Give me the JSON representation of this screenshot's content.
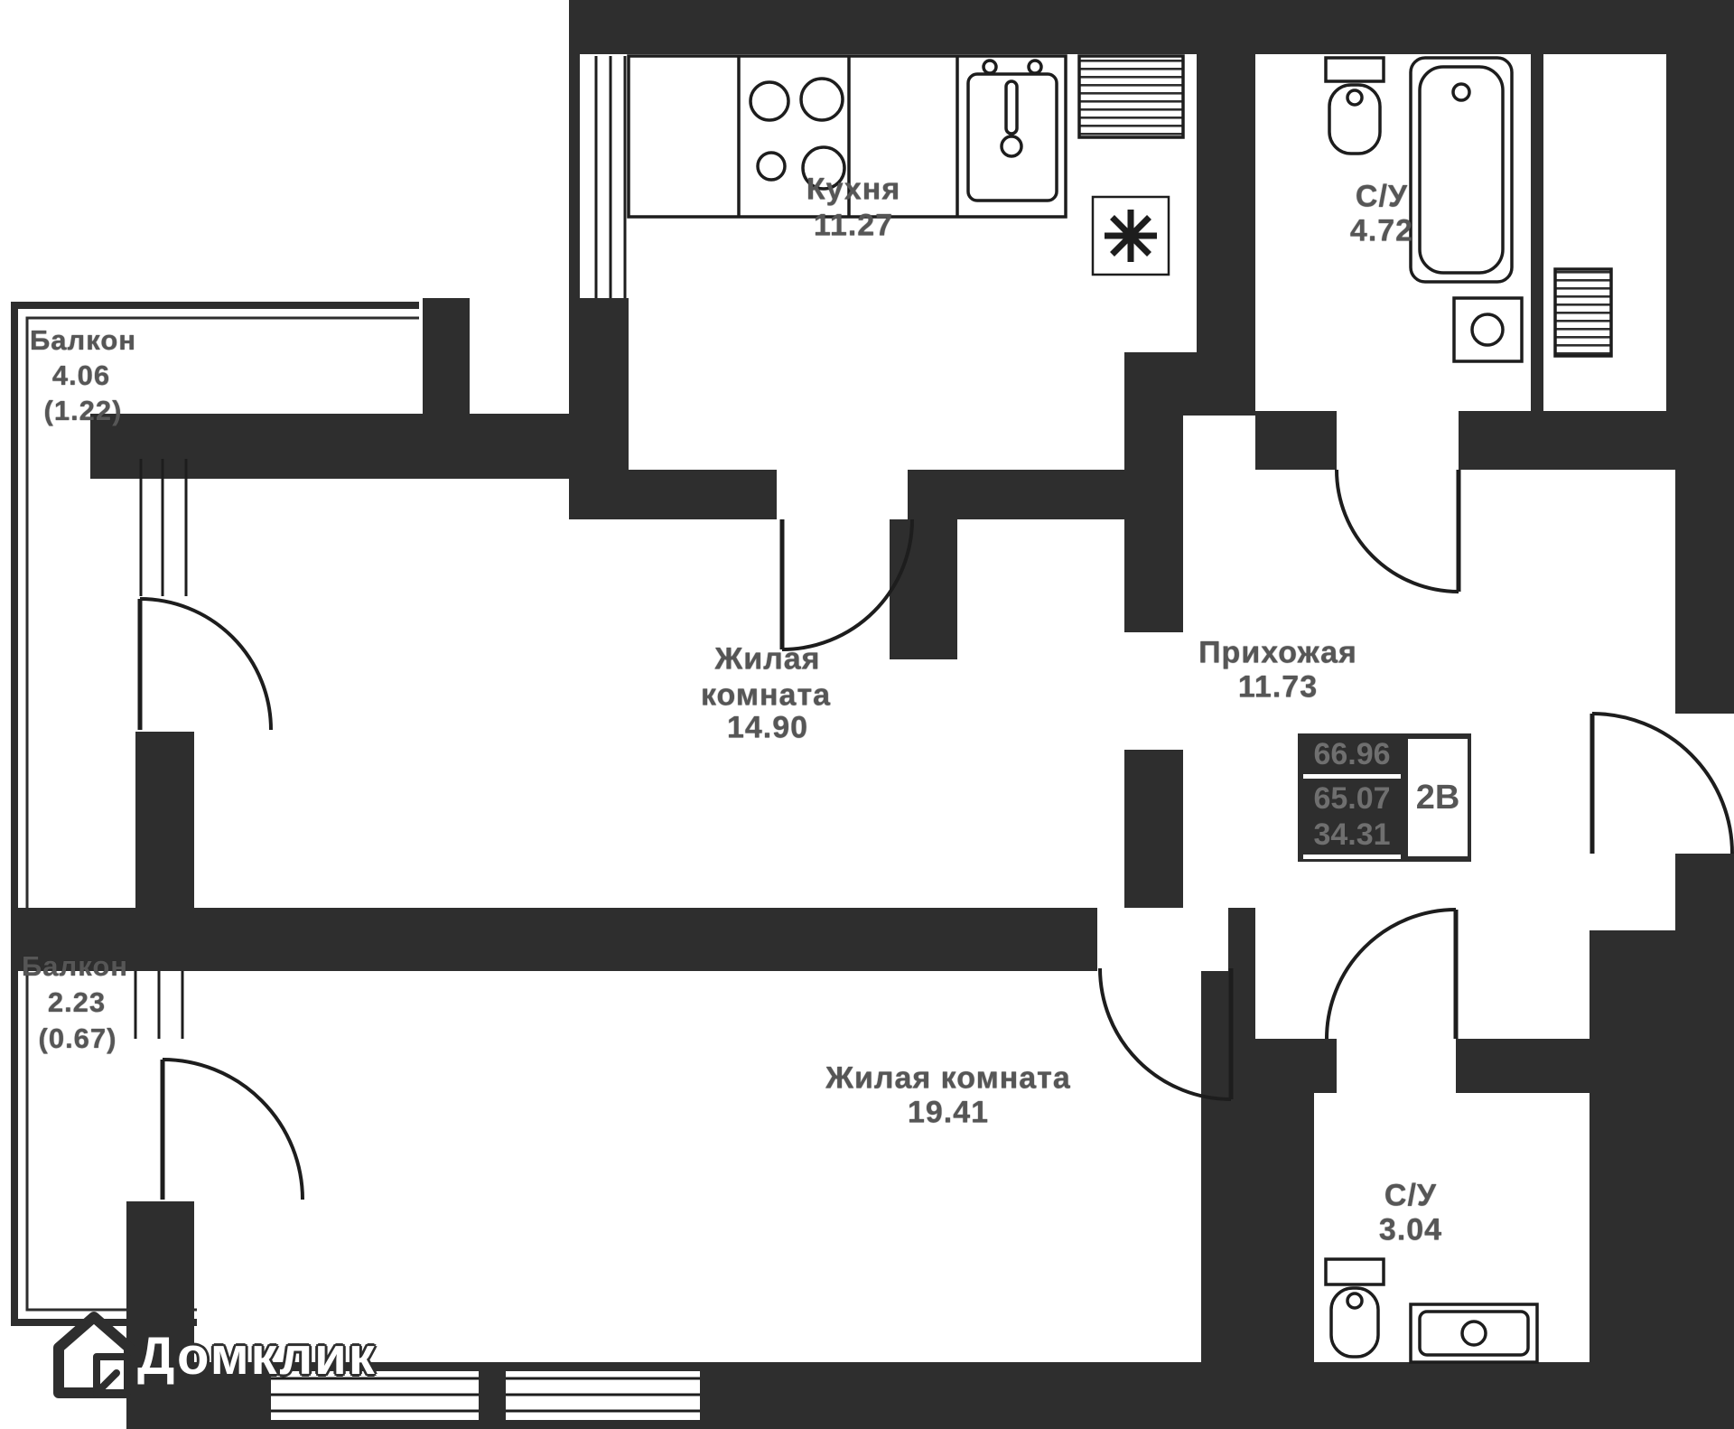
{
  "brand": {
    "name": "Домклик"
  },
  "summary": {
    "total_area": "66.96",
    "area_without_balconies": "65.07",
    "living_area": "34.31",
    "layout_code": "2В"
  },
  "rooms": {
    "kitchen": {
      "name": "Кухня",
      "area": "11.27"
    },
    "bathroom_top": {
      "name": "С/У",
      "area": "4.72"
    },
    "balcony_top": {
      "name": "Балкон",
      "area": "4.06",
      "area_coef": "(1.22)"
    },
    "living_room_1": {
      "name_line_1": "Жилая",
      "name_line_2": "комната",
      "area": "14.90"
    },
    "hallway": {
      "name": "Прихожая",
      "area": "11.73"
    },
    "living_room_2": {
      "name": "Жилая комната",
      "area": "19.41"
    },
    "bathroom_bottom": {
      "name": "С/У",
      "area": "3.04"
    },
    "balcony_bottom": {
      "name": "Балкон",
      "area": "2.23",
      "area_coef": "(0.67)"
    }
  },
  "colors": {
    "wall": "#2e2e2e",
    "line": "#1d1d1d",
    "label": "#565656",
    "summary_number": "#6f6f6f"
  }
}
